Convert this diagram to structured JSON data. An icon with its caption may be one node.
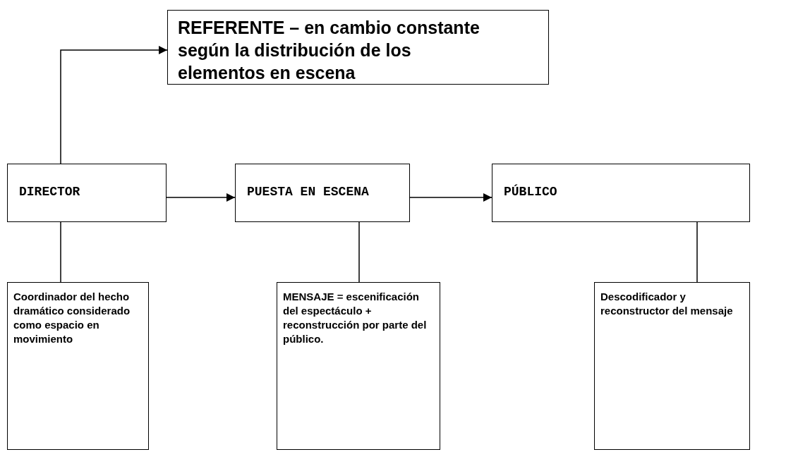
{
  "diagram": {
    "nodes": [
      {
        "text": [
          "REFERENTE – en cambio constante según la distribución de los elementos en escena"
        ]
      },
      {
        "text": [
          "DIRECTOR"
        ]
      },
      {
        "text": [
          "PUESTA EN ESCENA"
        ]
      },
      {
        "text": [
          "PÚBLICO"
        ]
      },
      {
        "text": [
          "Coordinador del hecho dramático considerado como espacio en movimiento"
        ]
      },
      {
        "text": [
          "MENSAJE = escenificación del espectáculo + reconstrucción por parte del público."
        ]
      },
      {
        "text": [
          "Descodificador y reconstructor del mensaje"
        ]
      }
    ],
    "edges": [
      {
        "from": 1,
        "to": 0,
        "arrow": "to"
      },
      {
        "from": 1,
        "to": 2,
        "arrow": "to"
      },
      {
        "from": 2,
        "to": 3,
        "arrow": "to"
      },
      {
        "from": 1,
        "to": 4,
        "arrow": "none"
      },
      {
        "from": 2,
        "to": 5,
        "arrow": "none"
      },
      {
        "from": 3,
        "to": 6,
        "arrow": "none"
      }
    ]
  }
}
